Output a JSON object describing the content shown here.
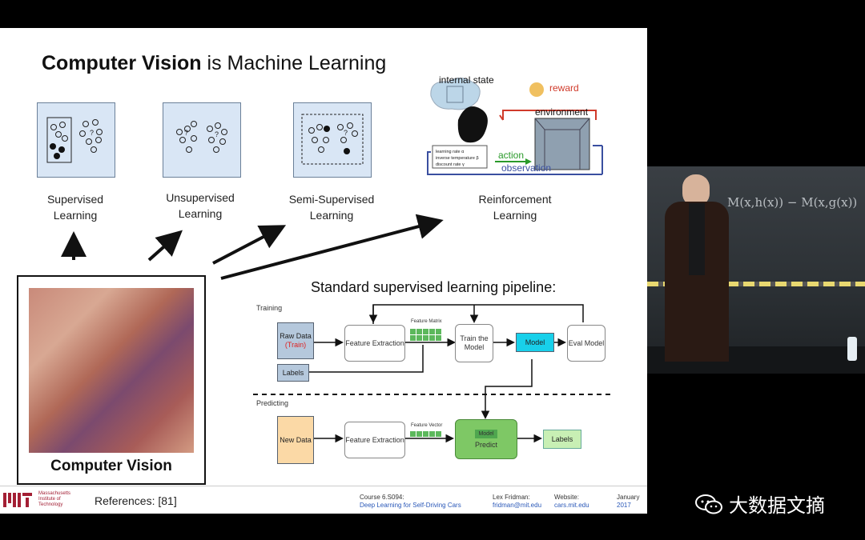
{
  "slide": {
    "title_bold": "Computer Vision",
    "title_rest": " is Machine Learning",
    "panels": [
      {
        "line1": "Supervised",
        "line2": "Learning"
      },
      {
        "line1": "Unsupervised",
        "line2": "Learning"
      },
      {
        "line1": "Semi-Supervised",
        "line2": "Learning"
      },
      {
        "line1": "Reinforcement",
        "line2": "Learning"
      }
    ],
    "rl": {
      "internal_state": "internal state",
      "reward": "reward",
      "environment": "environment",
      "action": "action",
      "observation": "observation",
      "params": [
        "learning rate α",
        "inverse temperature β",
        "discount rate γ"
      ]
    },
    "lena_caption": "Computer Vision",
    "pipeline": {
      "title": "Standard supervised learning pipeline:",
      "training_label": "Training",
      "predicting_label": "Predicting",
      "raw_data": "Raw Data",
      "train_tag": "(Train)",
      "labels_in": "Labels",
      "feature_extraction": "Feature Extraction",
      "feature_matrix": "Feature Matrix",
      "train_model": "Train the Model",
      "model": "Model",
      "eval_model": "Eval Model",
      "new_data": "New Data",
      "feature_extraction_2": "Feature Extraction",
      "feature_vector": "Feature Vector",
      "predict_model_tag": "Model",
      "predict": "Predict",
      "labels_out": "Labels"
    },
    "footer": {
      "mit_name": [
        "Massachusetts",
        "Institute of",
        "Technology"
      ],
      "references": "References: [81]",
      "course_label": "Course 6.S094:",
      "course_name": "Deep Learning for Self-Driving Cars",
      "author": "Lex Fridman:",
      "email": "fridman@mit.edu",
      "website_label": "Website:",
      "website": "cars.mit.edu",
      "month": "January",
      "year": "2017"
    }
  },
  "video": {
    "chalk_formula": "M(x,h(x)) − M(x,g(x))"
  },
  "watermark": {
    "text": "大数据文摘"
  }
}
